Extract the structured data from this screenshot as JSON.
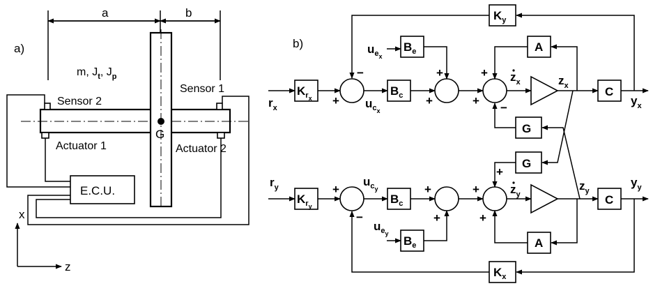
{
  "part_a": {
    "label": "a)",
    "dim_a": "a",
    "dim_b": "b",
    "mass_props": "m, J",
    "mass_sub_t": "t",
    "mass_sep": ", J",
    "mass_sub_p": "p",
    "sensor1": "Sensor 1",
    "sensor2": "Sensor 2",
    "actuator1": "Actuator 1",
    "actuator2": "Actuator 2",
    "center": "G",
    "ecu": "E.C.U.",
    "axis_x": "x",
    "axis_z": "z"
  },
  "part_b": {
    "label": "b)",
    "blocks": {
      "K": "K",
      "B": "B",
      "A": "A",
      "C": "C",
      "G": "G"
    },
    "subs": {
      "y": "y",
      "x": "x",
      "r": "r",
      "e": "e",
      "c": "c"
    },
    "signals": {
      "r": "r",
      "u": "u",
      "z": "z",
      "y": "y"
    },
    "signs": {
      "plus": "+",
      "minus": "−"
    }
  }
}
